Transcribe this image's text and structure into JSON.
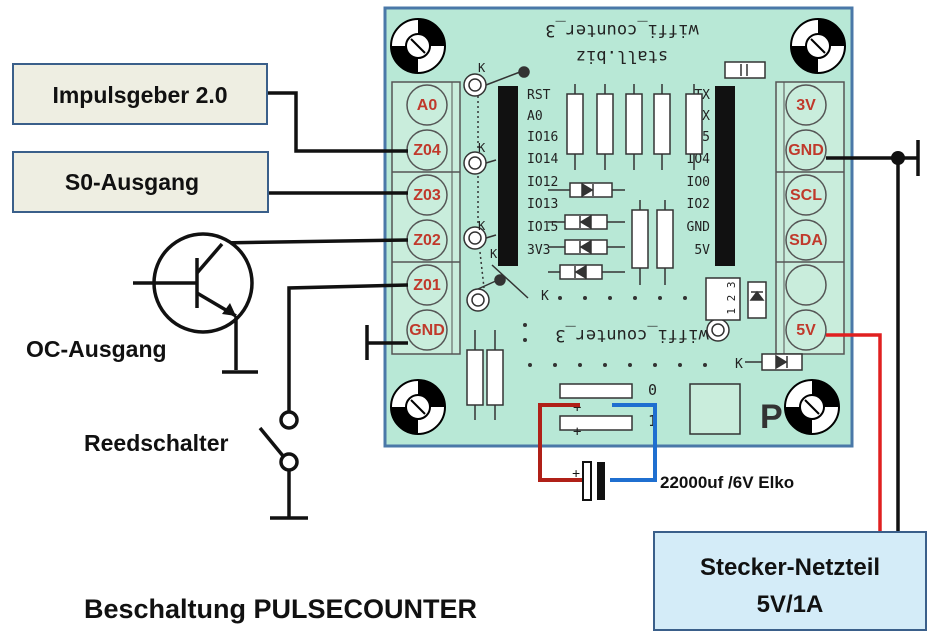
{
  "title": "Beschaltung PULSECOUNTER",
  "board": {
    "label_top_1": "wiffi_counter_3",
    "label_top_2": "stall.biz",
    "label_bottom": "wiffi_counter_3",
    "pins_left": [
      "A0",
      "Z04",
      "Z03",
      "Z02",
      "Z01",
      "GND"
    ],
    "pins_right": [
      "3V",
      "GND",
      "SCL",
      "SDA",
      "5V"
    ],
    "silk_left": [
      "RST",
      "A0",
      "IO16",
      "IO14",
      "IO12",
      "IO13",
      "IO15",
      "3V3"
    ],
    "silk_right": [
      "TX",
      "RX",
      "IO5",
      "IO4",
      "IO0",
      "IO2",
      "GND",
      "5V"
    ],
    "marks": {
      "k1": "K",
      "k2": "K",
      "k3": "K",
      "k4": "K",
      "k5": "K",
      "k6": "K",
      "p": "P",
      "zero": "0",
      "one": "1",
      "plus1": "+",
      "plus2": "+",
      "ic": "1 2 3"
    }
  },
  "inputs": {
    "impulsgeber": "Impulsgeber 2.0",
    "s0": "S0-Ausgang",
    "oc": "OC-Ausgang",
    "reed": "Reedschalter"
  },
  "capacitor": {
    "label": "22000uf /6V  Elko",
    "plus": "+"
  },
  "power": {
    "line1": "Stecker-Netzteil",
    "line2": "5V/1A"
  },
  "colors": {
    "board": "#b8e8d6",
    "board_border": "#4a78a8",
    "pin_text": "#c0392b",
    "box_fill": "#eeeee2",
    "psu_fill": "#d4ecf8",
    "wire_red": "#e02020",
    "wire_blue": "#1f6fd0",
    "wire_darkred": "#b02018"
  }
}
